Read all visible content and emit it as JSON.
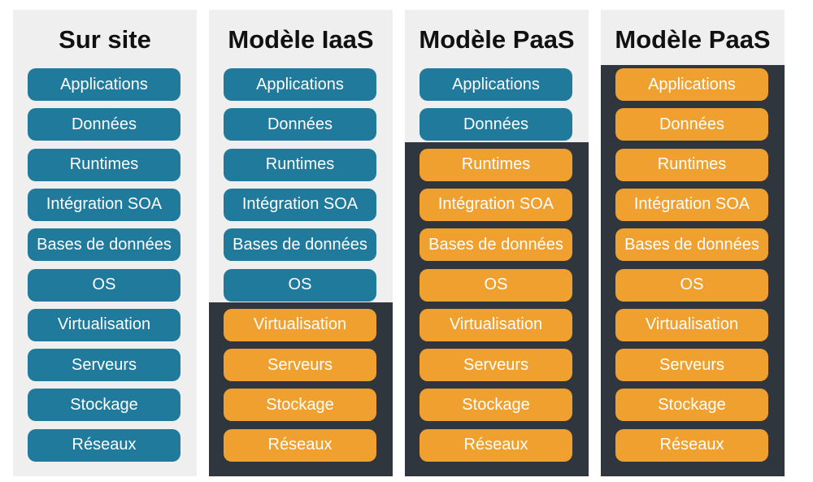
{
  "colors": {
    "client_managed": "#1f7a9c",
    "provider_managed": "#f0a02e",
    "provider_band": "#30363e",
    "column_bg": "#efefef"
  },
  "layers": [
    "Applications",
    "Données",
    "Runtimes",
    "Intégration SOA",
    "Bases de données",
    "OS",
    "Virtualisation",
    "Serveurs",
    "Stockage",
    "Réseaux"
  ],
  "columns": [
    {
      "title": "Sur site",
      "provider_managed_from_index": 10
    },
    {
      "title": "Modèle IaaS",
      "provider_managed_from_index": 6
    },
    {
      "title": "Modèle PaaS",
      "provider_managed_from_index": 2
    },
    {
      "title": "Modèle PaaS",
      "provider_managed_from_index": 0
    }
  ]
}
